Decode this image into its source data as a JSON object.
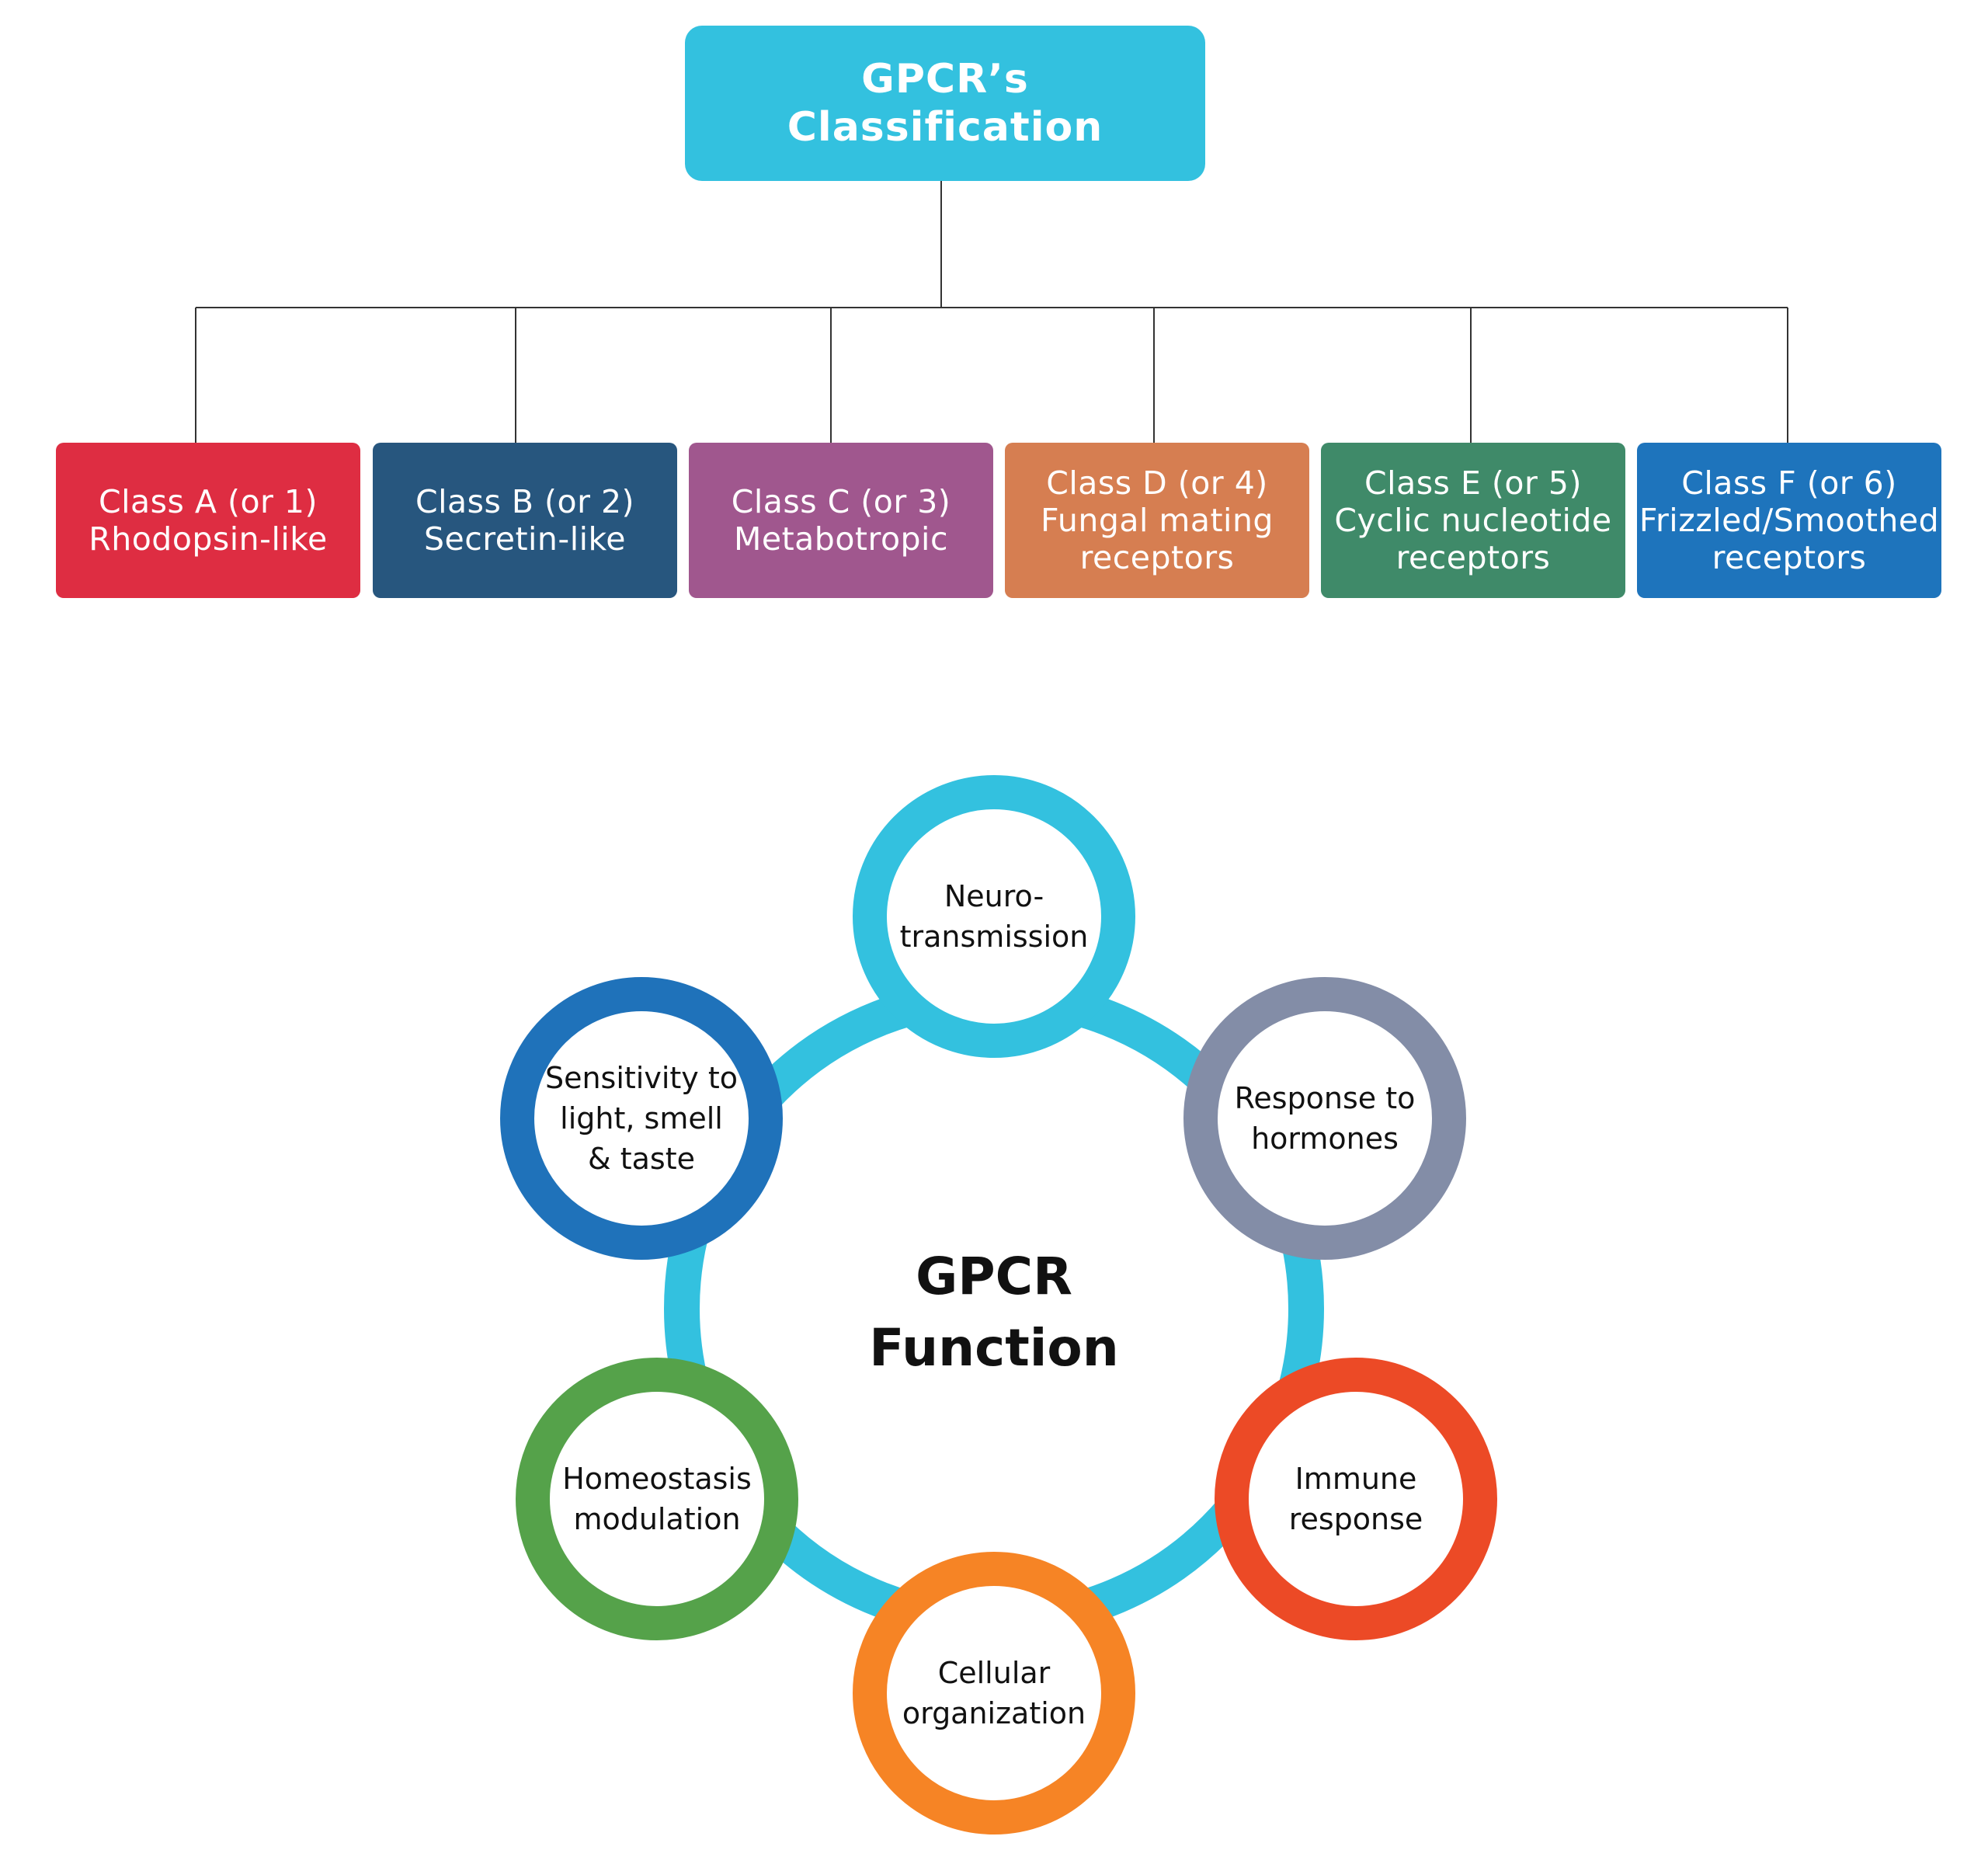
{
  "classification": {
    "title": "GPCR’s\nClassification",
    "title_color": "#33C1DF",
    "connector_color": "#333333",
    "classes": [
      {
        "label": "Class A (or 1)\nRhodopsin-like",
        "color": "#DE2D42"
      },
      {
        "label": "Class B (or 2)\nSecretin-like",
        "color": "#27567E"
      },
      {
        "label": "Class C (or 3)\nMetabotropic",
        "color": "#A0578E"
      },
      {
        "label": "Class D (or 4)\nFungal mating\nreceptors",
        "color": "#D67E51"
      },
      {
        "label": "Class E (or 5)\nCyclic nucleotide\nreceptors",
        "color": "#3F8A69"
      },
      {
        "label": "Class F (or 6)\nFrizzled/Smoothed\nreceptors",
        "color": "#1E74BC"
      }
    ]
  },
  "function": {
    "center_label": "GPCR\nFunction",
    "ring_color": "#33C1DF",
    "items": [
      {
        "label": "Neuro-\ntransmission",
        "color": "#33C1DF",
        "icon": "ring"
      },
      {
        "label": "Response to\nhormones",
        "color": "#838DA7",
        "icon": "ring"
      },
      {
        "label": "Immune\nresponse",
        "color": "#EC4A26",
        "icon": "ring"
      },
      {
        "label": "Cellular\norganization",
        "color": "#F68425",
        "icon": "ring"
      },
      {
        "label": "Homeostasis\nmodulation",
        "color": "#55A24A",
        "icon": "ring"
      },
      {
        "label": "Sensitivity to\nlight, smell\n& taste",
        "color": "#1F72BA",
        "icon": "ring"
      }
    ]
  }
}
